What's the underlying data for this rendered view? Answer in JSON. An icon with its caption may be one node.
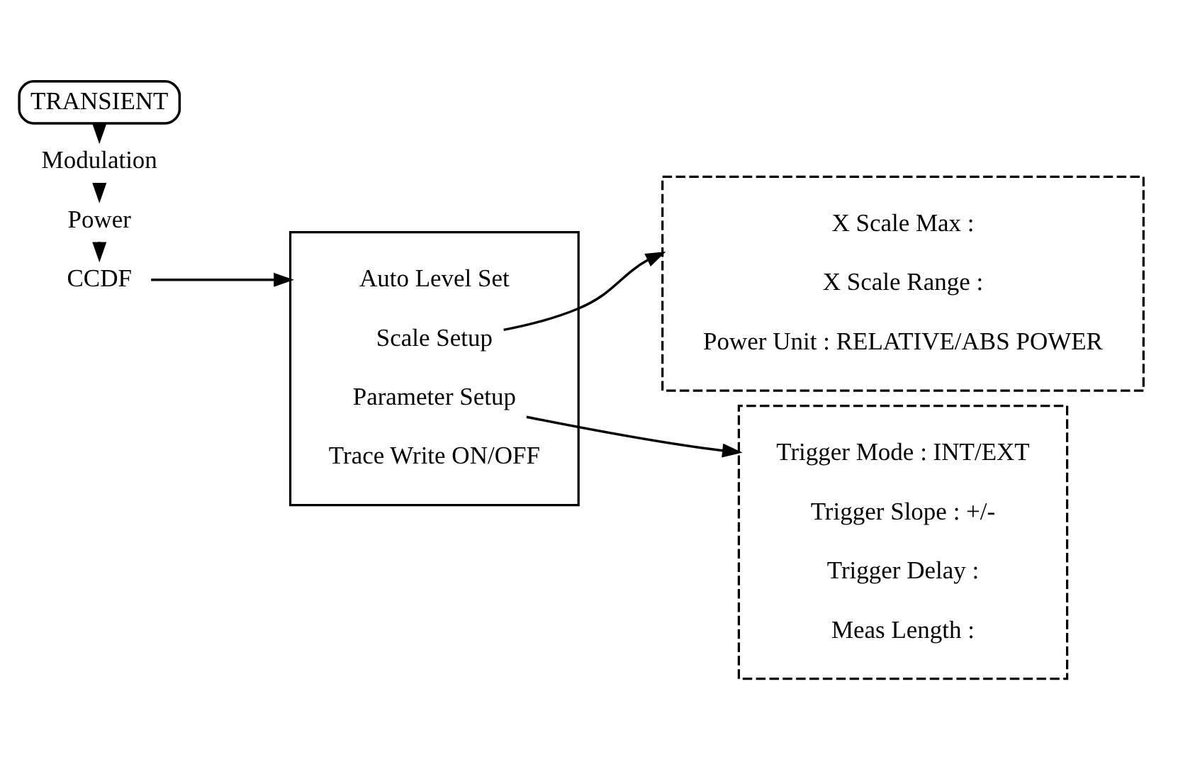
{
  "diagram": {
    "nodes": [
      {
        "text": [
          "TRANSIENT"
        ]
      },
      {
        "text": [
          "Modulation"
        ]
      },
      {
        "text": [
          "Power"
        ]
      },
      {
        "text": [
          "CCDF"
        ]
      },
      {
        "text": [],
        "shape": "bracket"
      },
      {
        "text": [
          "Auto Level Set"
        ],
        "in": 4
      },
      {
        "text": [
          "Scale Setup"
        ],
        "in": 4
      },
      {
        "text": [
          "Parameter Setup"
        ],
        "in": 4
      },
      {
        "text": [
          "Trace Write ON/OFF"
        ],
        "in": 4
      },
      {
        "text": [],
        "shape": "box"
      },
      {
        "text": [
          "X Scale Max :"
        ],
        "in": 9
      },
      {
        "text": [
          "X Scale Range :"
        ],
        "in": 9
      },
      {
        "text": [
          "Power Unit : RELATIVE/ABS POWER"
        ],
        "in": 9
      },
      {
        "text": [],
        "shape": "box"
      },
      {
        "text": [
          "Trigger Mode : INT/EXT"
        ],
        "in": 13
      },
      {
        "text": [
          "Trigger Slope : +/-"
        ],
        "in": 13
      },
      {
        "text": [
          "Trigger Delay :"
        ],
        "in": 13
      },
      {
        "text": [
          "Meas Length :"
        ],
        "in": 13
      }
    ],
    "edges": [
      {
        "from": 0,
        "to": 1,
        "arrow": "to"
      },
      {
        "from": 1,
        "to": 2,
        "arrow": "to"
      },
      {
        "from": 2,
        "to": 3,
        "arrow": "to"
      },
      {
        "from": 3,
        "to": 4,
        "arrow": "to"
      },
      {
        "from": 6,
        "to": 9,
        "arrow": "to"
      },
      {
        "from": 7,
        "to": 13,
        "arrow": "to"
      }
    ]
  }
}
